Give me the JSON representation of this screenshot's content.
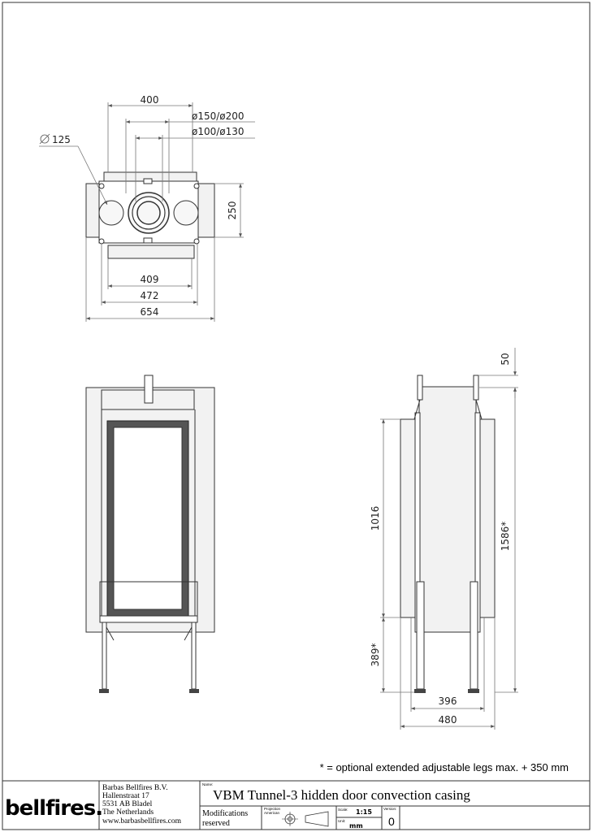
{
  "top_view": {
    "dim_400": "400",
    "dim_150_200": "ø150/ø200",
    "dim_100_130": "ø100/ø130",
    "dim_125": "125",
    "dim_250": "250",
    "dim_409": "409",
    "dim_472": "472",
    "dim_654": "654"
  },
  "side_view": {
    "dim_50": "50",
    "dim_1016": "1016",
    "dim_1586": "1586*",
    "dim_389": "389*",
    "dim_396": "396",
    "dim_480": "480"
  },
  "footnote": "* = optional extended adjustable legs max. + 350 mm",
  "title_block": {
    "logo": "bellfires.",
    "company": "Barbas Bellfires B.V.",
    "street": "Hallenstraat 17",
    "postcode": "5531 AB Bladel",
    "country": "The Netherlands",
    "website": "www.barbasbellfires.com",
    "name_label": "Name:",
    "name": "VBM Tunnel-3 hidden door convection casing",
    "modifications_line1": "Modifications",
    "modifications_line2": "reserved",
    "projection_label1": "Projection",
    "projection_label2": "American",
    "scale_label": "Scale:",
    "scale": "1:15",
    "unit_label": "Unit:",
    "unit": "mm",
    "version_label": "Version:",
    "version": "0"
  }
}
